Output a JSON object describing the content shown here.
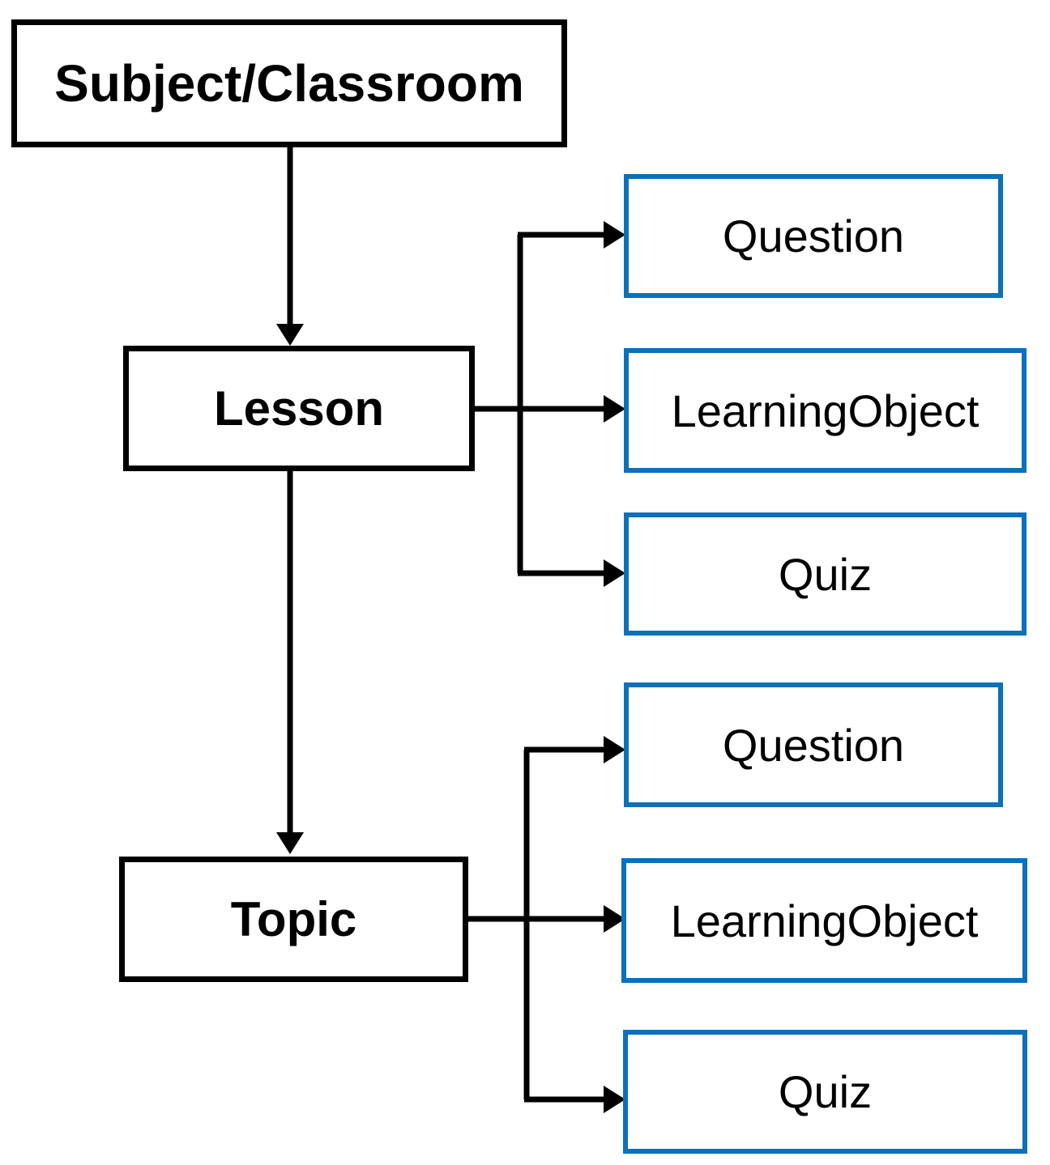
{
  "diagram": {
    "root": {
      "label": "Subject/Classroom"
    },
    "levels": [
      {
        "parent": {
          "label": "Lesson"
        },
        "children": [
          {
            "label": "Question"
          },
          {
            "label": "LearningObject"
          },
          {
            "label": "Quiz"
          }
        ]
      },
      {
        "parent": {
          "label": "Topic"
        },
        "children": [
          {
            "label": "Question"
          },
          {
            "label": "LearningObject"
          },
          {
            "label": "Quiz"
          }
        ]
      }
    ],
    "colors": {
      "parent_border": "#000000",
      "child_border": "#0c70ba",
      "connector": "#000000",
      "text": "#000000",
      "background": "#ffffff"
    }
  }
}
